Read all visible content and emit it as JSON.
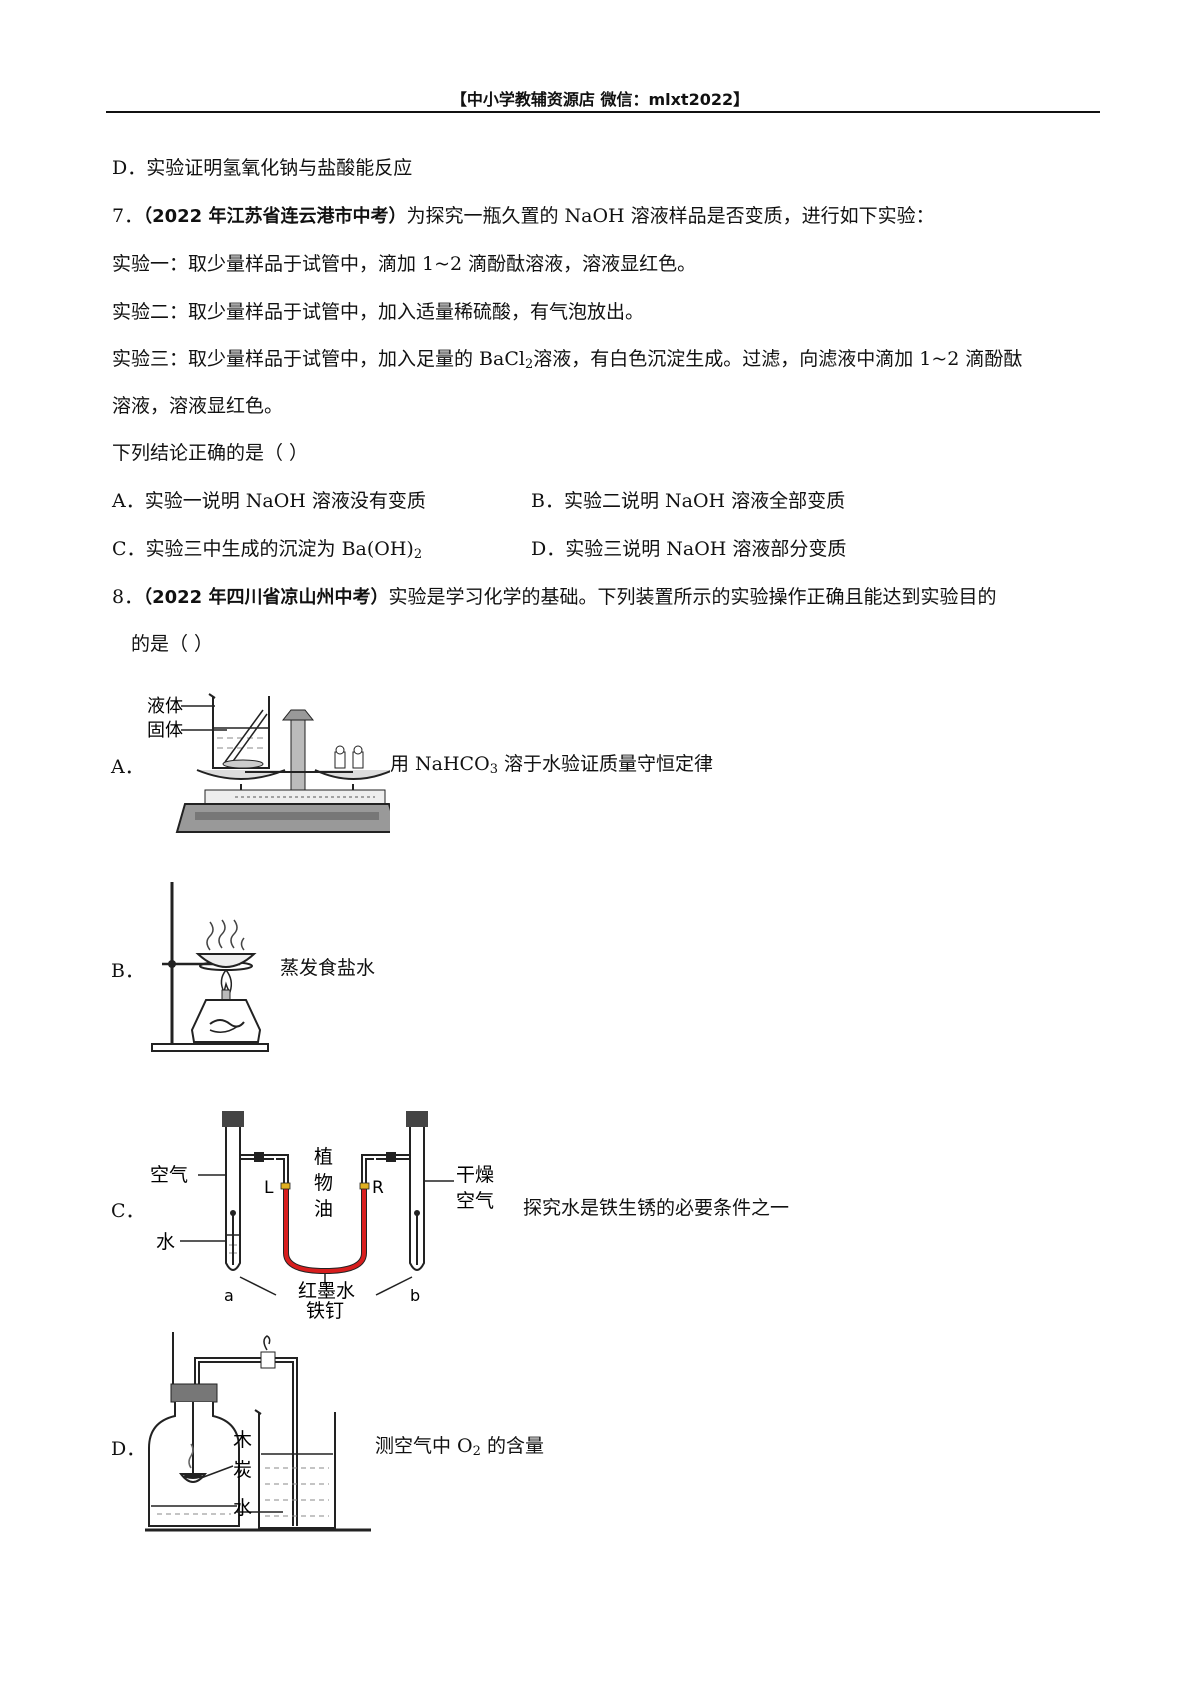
{
  "header": {
    "text": "【中小学教辅资源店  微信：mlxt2022】"
  },
  "q6": {
    "option_d": "D．实验证明氢氧化钠与盐酸能反应"
  },
  "q7": {
    "number": "7．",
    "source": "（2022 年江苏省连云港市中考）",
    "stem": "为探究一瓶久置的 NaOH 溶液样品是否变质，进行如下实验：",
    "exp1": "实验一：取少量样品于试管中，滴加 1~2 滴酚酞溶液，溶液显红色。",
    "exp2": "实验二：取少量样品于试管中，加入适量稀硫酸，有气泡放出。",
    "exp3_a": "实验三：取少量样品于试管中，加入足量的 BaCl",
    "exp3_sub": "2",
    "exp3_b": "溶液，有白色沉淀生成。过滤，向滤液中滴加 1~2 滴酚酞",
    "exp3_c": "溶液，溶液显红色。",
    "prompt": "下列结论正确的是（      ）",
    "options": {
      "A": "A．实验一说明 NaOH 溶液没有变质",
      "B": "B．实验二说明 NaOH 溶液全部变质",
      "C_a": "C．实验三中生成的沉淀为 Ba(OH)",
      "C_sub": "2",
      "D": "D．实验三说明 NaOH 溶液部分变质"
    }
  },
  "q8": {
    "number": "8．",
    "source": "（2022 年四川省凉山州中考）",
    "stem": "实验是学习化学的基础。下列装置所示的实验操作正确且能达到实验目的",
    "stem2": "的是（      ）",
    "options": {
      "A": {
        "letter": "A．",
        "desc_a": "用 NaHCO",
        "desc_sub": "3",
        "desc_b": " 溶于水验证质量守恒定律",
        "labels": {
          "liquid": "液体",
          "solid": "固体"
        }
      },
      "B": {
        "letter": "B．",
        "desc": "蒸发食盐水"
      },
      "C": {
        "letter": "C．",
        "desc": "探究水是铁生锈的必要条件之一",
        "labels": {
          "air": "空气",
          "water": "水",
          "oil1": "植",
          "oil2": "物",
          "oil3": "油",
          "L": "L",
          "R": "R",
          "dry1": "干燥",
          "dry2": "空气",
          "ink": "红墨水",
          "a": "a",
          "b": "b",
          "nail": "铁钉"
        }
      },
      "D": {
        "letter": "D．",
        "desc_a": "测空气中 O",
        "desc_sub": "2",
        "desc_b": " 的含量",
        "labels": {
          "wood": "木",
          "charcoal": "炭",
          "water": "水"
        }
      }
    }
  },
  "colors": {
    "ink_red": "#d81e1e",
    "text": "#111111"
  }
}
